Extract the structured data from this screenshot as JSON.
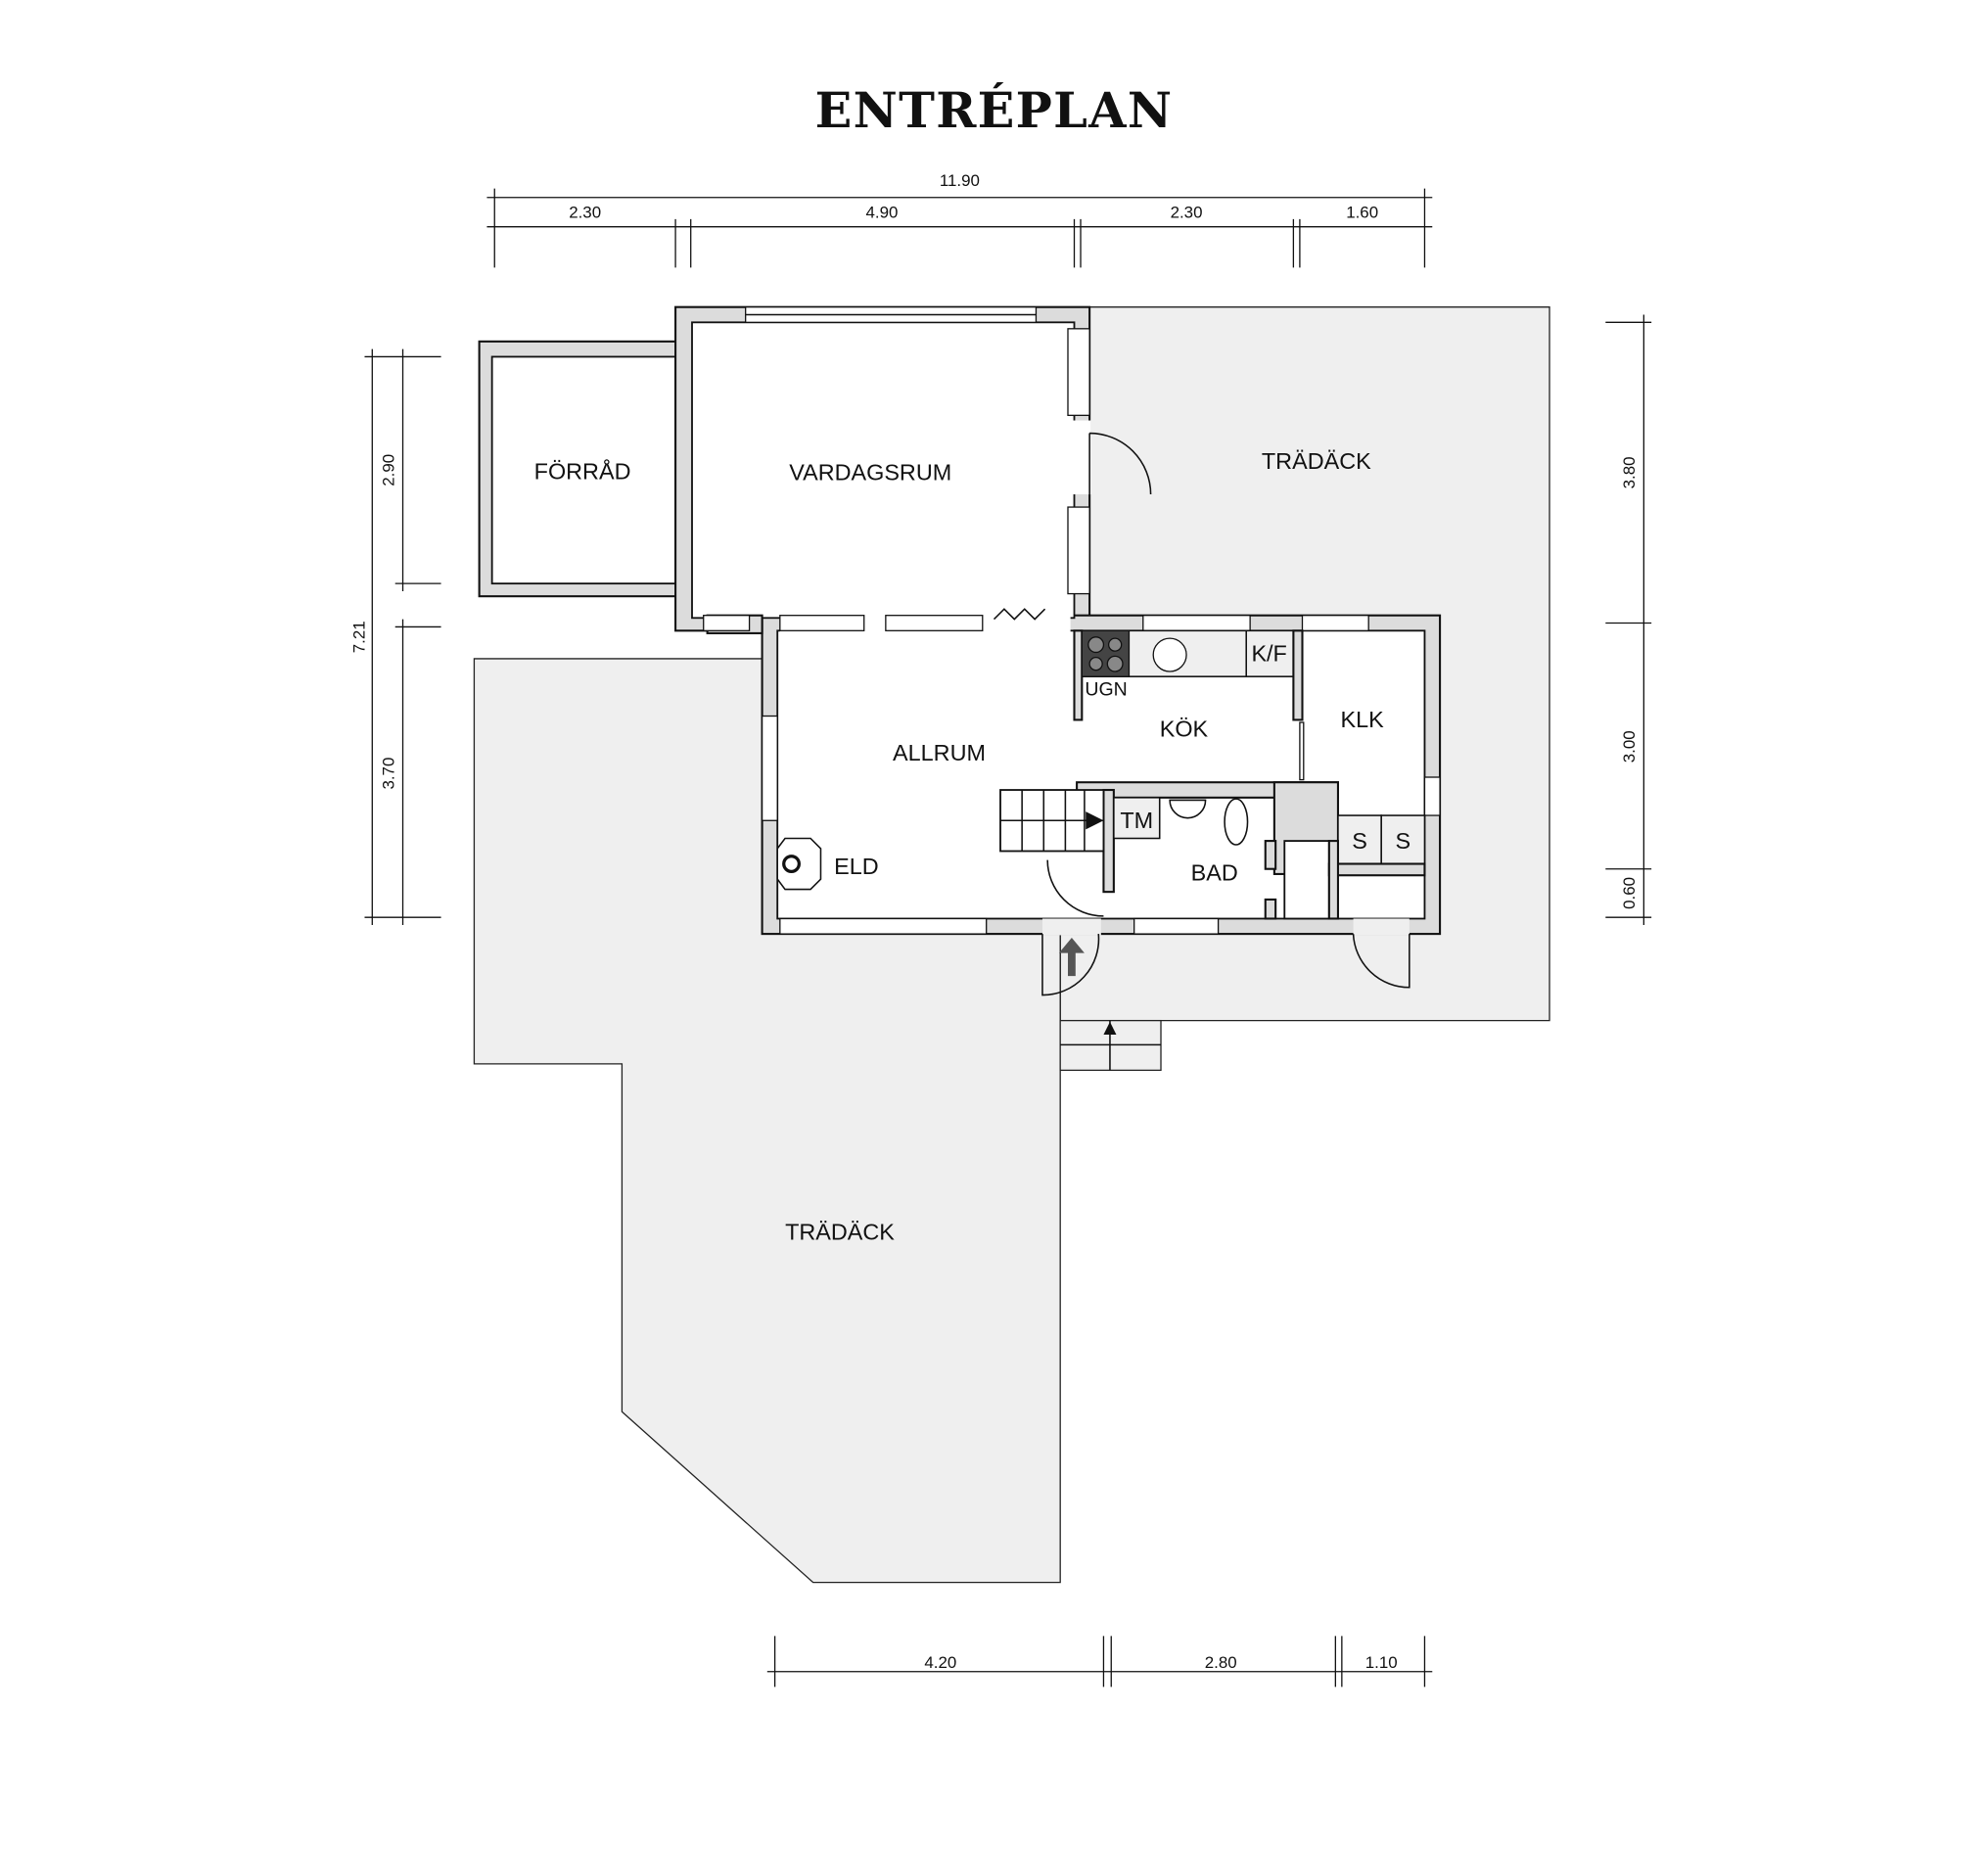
{
  "title": "ENTRÉPLAN",
  "rooms": {
    "forrad": "FÖRRÅD",
    "vardagsrum": "VARDAGSRUM",
    "tradack_upper": "TRÄDÄCK",
    "tradack_lower": "TRÄDÄCK",
    "allrum": "ALLRUM",
    "kok": "KÖK",
    "klk": "KLK",
    "bad": "BAD",
    "eld": "ELD"
  },
  "fixtures": {
    "ugn": "UGN",
    "kf": "K/F",
    "tm": "TM",
    "s1": "S",
    "s2": "S"
  },
  "dimensions": {
    "top_total": "11.90",
    "top": [
      "2.30",
      "4.90",
      "2.30",
      "1.60"
    ],
    "left_total": "7.21",
    "left": [
      "2.90",
      "3.70"
    ],
    "right": [
      "3.80",
      "3.00",
      "0.60"
    ],
    "bottom": [
      "4.20",
      "2.80",
      "1.10"
    ]
  },
  "colors": {
    "deck": "#efefef",
    "wall": "#dcdcdc"
  }
}
